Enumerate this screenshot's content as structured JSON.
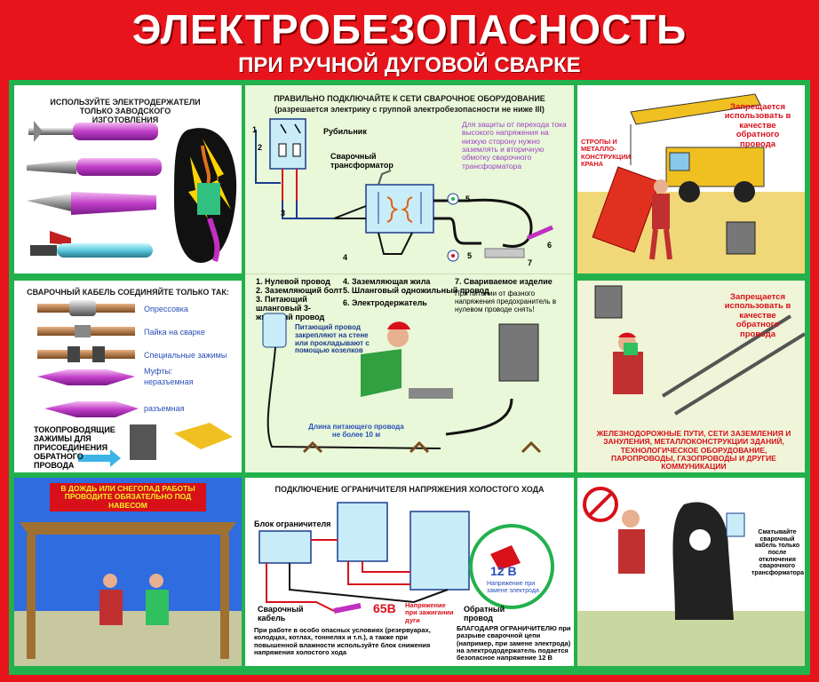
{
  "title": "ЭЛЕКТРОБЕЗОПАСНОСТЬ",
  "subtitle": "ПРИ РУЧНОЙ ДУГОВОЙ СВАРКЕ",
  "panel1": {
    "title": "ИСПОЛЬЗУЙТЕ ЭЛЕКТРОДЕРЖАТЕЛИ ТОЛЬКО ЗАВОДСКОГО ИЗГОТОВЛЕНИЯ"
  },
  "panel2": {
    "title": "ПРАВИЛЬНО ПОДКЛЮЧАЙТЕ К СЕТИ СВАРОЧНОЕ ОБОРУДОВАНИЕ",
    "subtitle": "(разрешается электрику с группой электробезопасности не ниже III)",
    "switch_label": "Рубильник",
    "transformer_label": "Сварочный трансформатор",
    "note": "Для защиты от перехода тока высокого напряжения на низкую сторону нужно заземлять и вторичную обмотку сварочного трансформатора",
    "n1": "1",
    "n2": "2",
    "n3": "3",
    "n4": "4",
    "n5": "5",
    "n5b": "5",
    "n6": "6",
    "n7": "7",
    "legend": [
      "1. Нулевой провод",
      "2. Заземляющий болт",
      "3. Питающий шланговый 3-жильный провод",
      "4. Заземляющая жила",
      "5. Шланговый одножильный провод",
      "6. Электродержатель",
      "7. Свариваемое изделие"
    ],
    "legend_note": "При питании от фазного напряжения предохранитель в нулевом проводе снять!",
    "wire_note": "Питающий провод закрепляют на стене или прокладывают с помощью козелков",
    "length_note": "Длина питающего провода не более 10 м"
  },
  "panel3": {
    "title": "Запрещается использовать в качестве обратного провода",
    "label": "СТРОПЫ И МЕТАЛЛО-КОНСТРУКЦИИ КРАНА"
  },
  "panel4": {
    "title": "СВАРОЧНЫЙ КАБЕЛЬ СОЕДИНЯЙТЕ ТОЛЬКО ТАК:",
    "items": [
      "Опрессовка",
      "Пайка на сварке",
      "Специальные зажимы",
      "Муфты:",
      "неразъемная",
      "разъемная"
    ],
    "clamps": "ТОКОПРОВОДЯЩИЕ ЗАЖИМЫ ДЛЯ ПРИСОЕДИНЕНИЯ ОБРАТНОГО ПРОВОДА"
  },
  "panel5": {
    "title": "Запрещается использовать в качестве обратного провода",
    "list": "ЖЕЛЕЗНОДОРОЖНЫЕ ПУТИ, СЕТИ ЗАЗЕМЛЕНИЯ И ЗАНУЛЕНИЯ, МЕТАЛЛОКОНСТРУКЦИИ ЗДАНИЙ, ТЕХНОЛОГИЧЕСКОЕ ОБОРУДОВАНИЕ, ПАРОПРОВОДЫ, ГАЗОПРОВОДЫ И ДРУГИЕ КОММУНИКАЦИИ"
  },
  "panel6": {
    "title": "В ДОЖДЬ ИЛИ СНЕГОПАД РАБОТЫ ПРОВОДИТЕ ОБЯЗАТЕЛЬНО ПОД НАВЕСОМ"
  },
  "panel7": {
    "title": "ПОДКЛЮЧЕНИЕ ОГРАНИЧИТЕЛЯ НАПРЯЖЕНИЯ ХОЛОСТОГО ХОДА",
    "block_label": "Блок ограничителя",
    "cable_label": "Сварочный кабель",
    "v65": "65В",
    "arc_label": "Напряжение при зажигании дуги",
    "return_label": "Обратный провод",
    "v12": "12 В",
    "v12_label": "Напряжение при замене электрода",
    "note_left": "При работе в особо опасных условиях (резервуарах, колодцах, котлах, тоннелях и т.п.), а также при повышенной влажности используйте блок снижения напряжения холостого хода",
    "note_right": "БЛАГОДАРЯ ОГРАНИЧИТЕЛЮ при разрыве сварочной цепи (например, при замене электрода) на электрододержатель подается безопасное напряжение 12 В"
  },
  "panel8": {
    "note": "Сматывайте сварочный кабель только после отключения сварочного трансформатора"
  },
  "colors": {
    "red": "#e8141c",
    "green": "#22b14c",
    "blue": "#2a4fb8",
    "purple": "#9c3fc2"
  }
}
